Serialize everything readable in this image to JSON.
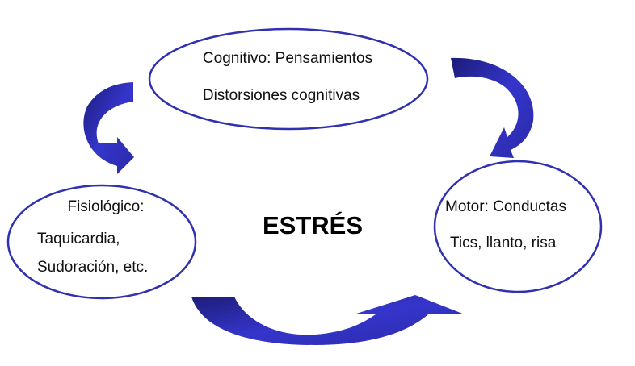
{
  "center": {
    "title": "ESTRÉS"
  },
  "nodes": {
    "cognitive": {
      "line1": "Cognitivo: Pensamientos",
      "line2": "Distorsiones cognitivas"
    },
    "physiological": {
      "line1": "Fisiológico:",
      "line2": "Taquicardia,",
      "line3": "Sudoración, etc."
    },
    "motor": {
      "line1": "Motor: Conductas",
      "line2": "Tics, llanto, risa"
    }
  },
  "colors": {
    "ellipse_stroke": "#3030b0",
    "arrow_fill": "#3333cc",
    "arrow_dark": "#1a1a70"
  }
}
